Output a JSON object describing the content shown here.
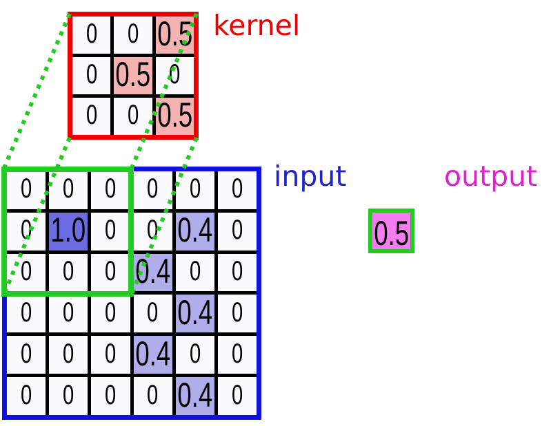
{
  "colors": {
    "red": "#ee0000",
    "blue_border": "#1111dd",
    "green": "#22cc22",
    "input_label_blue": "#2222cc",
    "output_label_magenta": "#dd22cc",
    "violet_fill": "#f57df0",
    "pink_fill": "#f5b2b2",
    "cell_bg": "#fbfafd",
    "dark_blue_fill": "#6c6ce2",
    "light_blue_fill": "#afaeeb",
    "grid_line": "#000000",
    "text": "#000000"
  },
  "labels": {
    "kernel": "kernel",
    "input": "input",
    "output": "output"
  },
  "kernel": {
    "rows": [
      [
        "0",
        "0",
        "0.5"
      ],
      [
        "0",
        "0.5",
        "0"
      ],
      [
        "0",
        "0",
        "0.5"
      ]
    ],
    "fill_codes": [
      [
        0,
        0,
        1
      ],
      [
        0,
        1,
        0
      ],
      [
        0,
        0,
        1
      ]
    ],
    "fills": {
      "0": "cell_bg",
      "1": "pink_fill"
    }
  },
  "input": {
    "rows": [
      [
        "0",
        "0",
        "0",
        "0",
        "0",
        "0"
      ],
      [
        "0",
        "1.0",
        "0",
        "0",
        "0.4",
        "0"
      ],
      [
        "0",
        "0",
        "0",
        "0.4",
        "0",
        "0"
      ],
      [
        "0",
        "0",
        "0",
        "0",
        "0.4",
        "0"
      ],
      [
        "0",
        "0",
        "0",
        "0.4",
        "0",
        "0"
      ],
      [
        "0",
        "0",
        "0",
        "0",
        "0.4",
        "0"
      ]
    ],
    "fill_codes": [
      [
        0,
        0,
        0,
        0,
        0,
        0
      ],
      [
        0,
        2,
        0,
        0,
        1,
        0
      ],
      [
        0,
        0,
        0,
        1,
        0,
        0
      ],
      [
        0,
        0,
        0,
        0,
        1,
        0
      ],
      [
        0,
        0,
        0,
        1,
        0,
        0
      ],
      [
        0,
        0,
        0,
        0,
        1,
        0
      ]
    ],
    "fills": {
      "0": "cell_bg",
      "1": "light_blue_fill",
      "2": "dark_blue_fill"
    }
  },
  "output": {
    "value": "0.5"
  }
}
